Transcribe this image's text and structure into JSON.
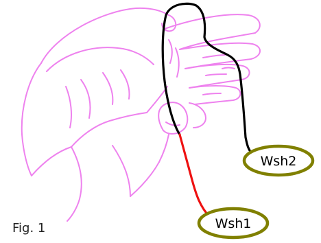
{
  "figure": {
    "caption": "Fig. 1",
    "labels": {
      "wsh1": "Wsh1",
      "wsh2": "Wsh2"
    }
  },
  "colors": {
    "hand_outline": "#ee82ee",
    "cord_upper": "#000000",
    "cord_lower": "#ee1111",
    "washer_ring": "#808000"
  }
}
